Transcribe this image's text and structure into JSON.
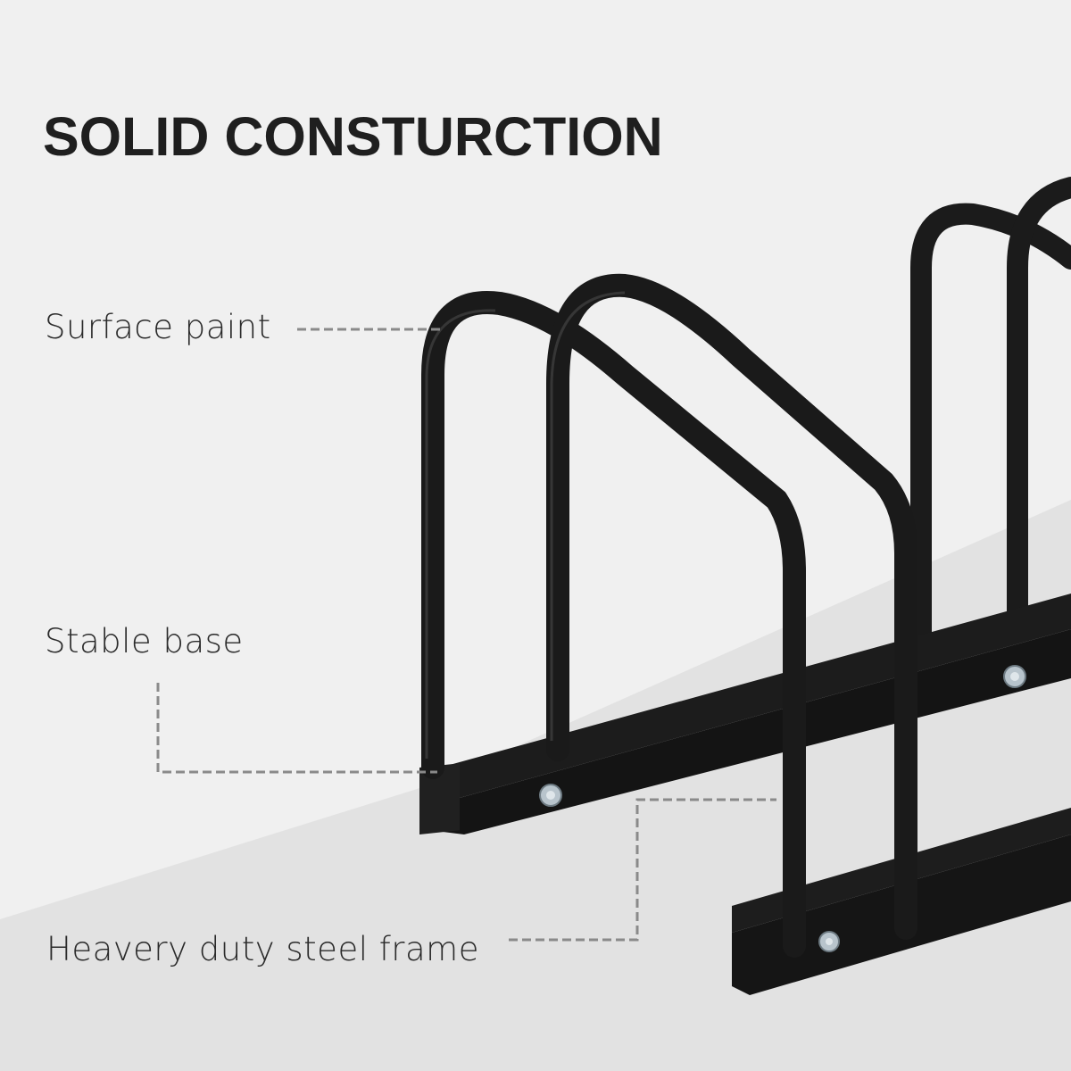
{
  "heading": {
    "title": "SOLID CONSTURCTION"
  },
  "callouts": [
    {
      "id": "surface-paint",
      "label": "Surface paint"
    },
    {
      "id": "stable-base",
      "label": "Stable base"
    },
    {
      "id": "steel-frame",
      "label": "Heavery duty steel frame"
    }
  ],
  "product": {
    "name": "bicycle-parking-rack",
    "color": "#1a1a1a"
  },
  "colors": {
    "background_top": "#f0f0f0",
    "background_floor": "#e2e2e2",
    "title_text": "#1f1f1f",
    "label_text": "#2a2a2a",
    "leader_line": "#8a8a8a",
    "bolt": "#b8c4cc"
  }
}
